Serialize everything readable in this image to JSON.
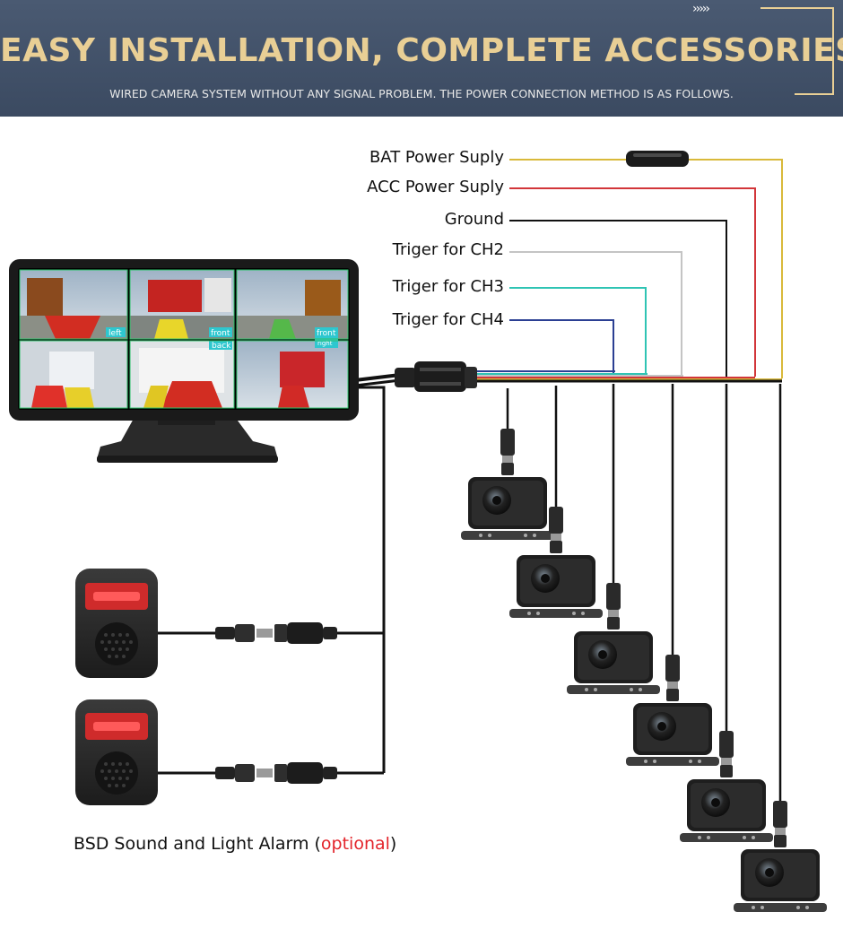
{
  "banner": {
    "title": "EASY INSTALLATION, COMPLETE ACCESSORIES",
    "subtitle": "WIRED CAMERA SYSTEM WITHOUT ANY SIGNAL PROBLEM. THE POWER CONNECTION METHOD IS AS FOLLOWS.",
    "decor_chevrons": "›››››"
  },
  "wires": [
    {
      "label": "BAT Power Suply",
      "color": "#d9b93a"
    },
    {
      "label": "ACC Power Suply",
      "color": "#d2363a"
    },
    {
      "label": "Ground",
      "color": "#111111"
    },
    {
      "label": "Triger for CH2",
      "color": "#c4c4c4"
    },
    {
      "label": "Triger for CH3",
      "color": "#2fc4b4"
    },
    {
      "label": "Triger for CH4",
      "color": "#2b3f93"
    }
  ],
  "monitor": {
    "tile_labels": [
      "left",
      "front",
      "front",
      "back",
      "right"
    ]
  },
  "alarm": {
    "caption_prefix": "BSD Sound and Light Alarm (",
    "caption_optional": "optional",
    "caption_suffix": ")",
    "count": 2
  },
  "cameras": {
    "count": 6
  }
}
